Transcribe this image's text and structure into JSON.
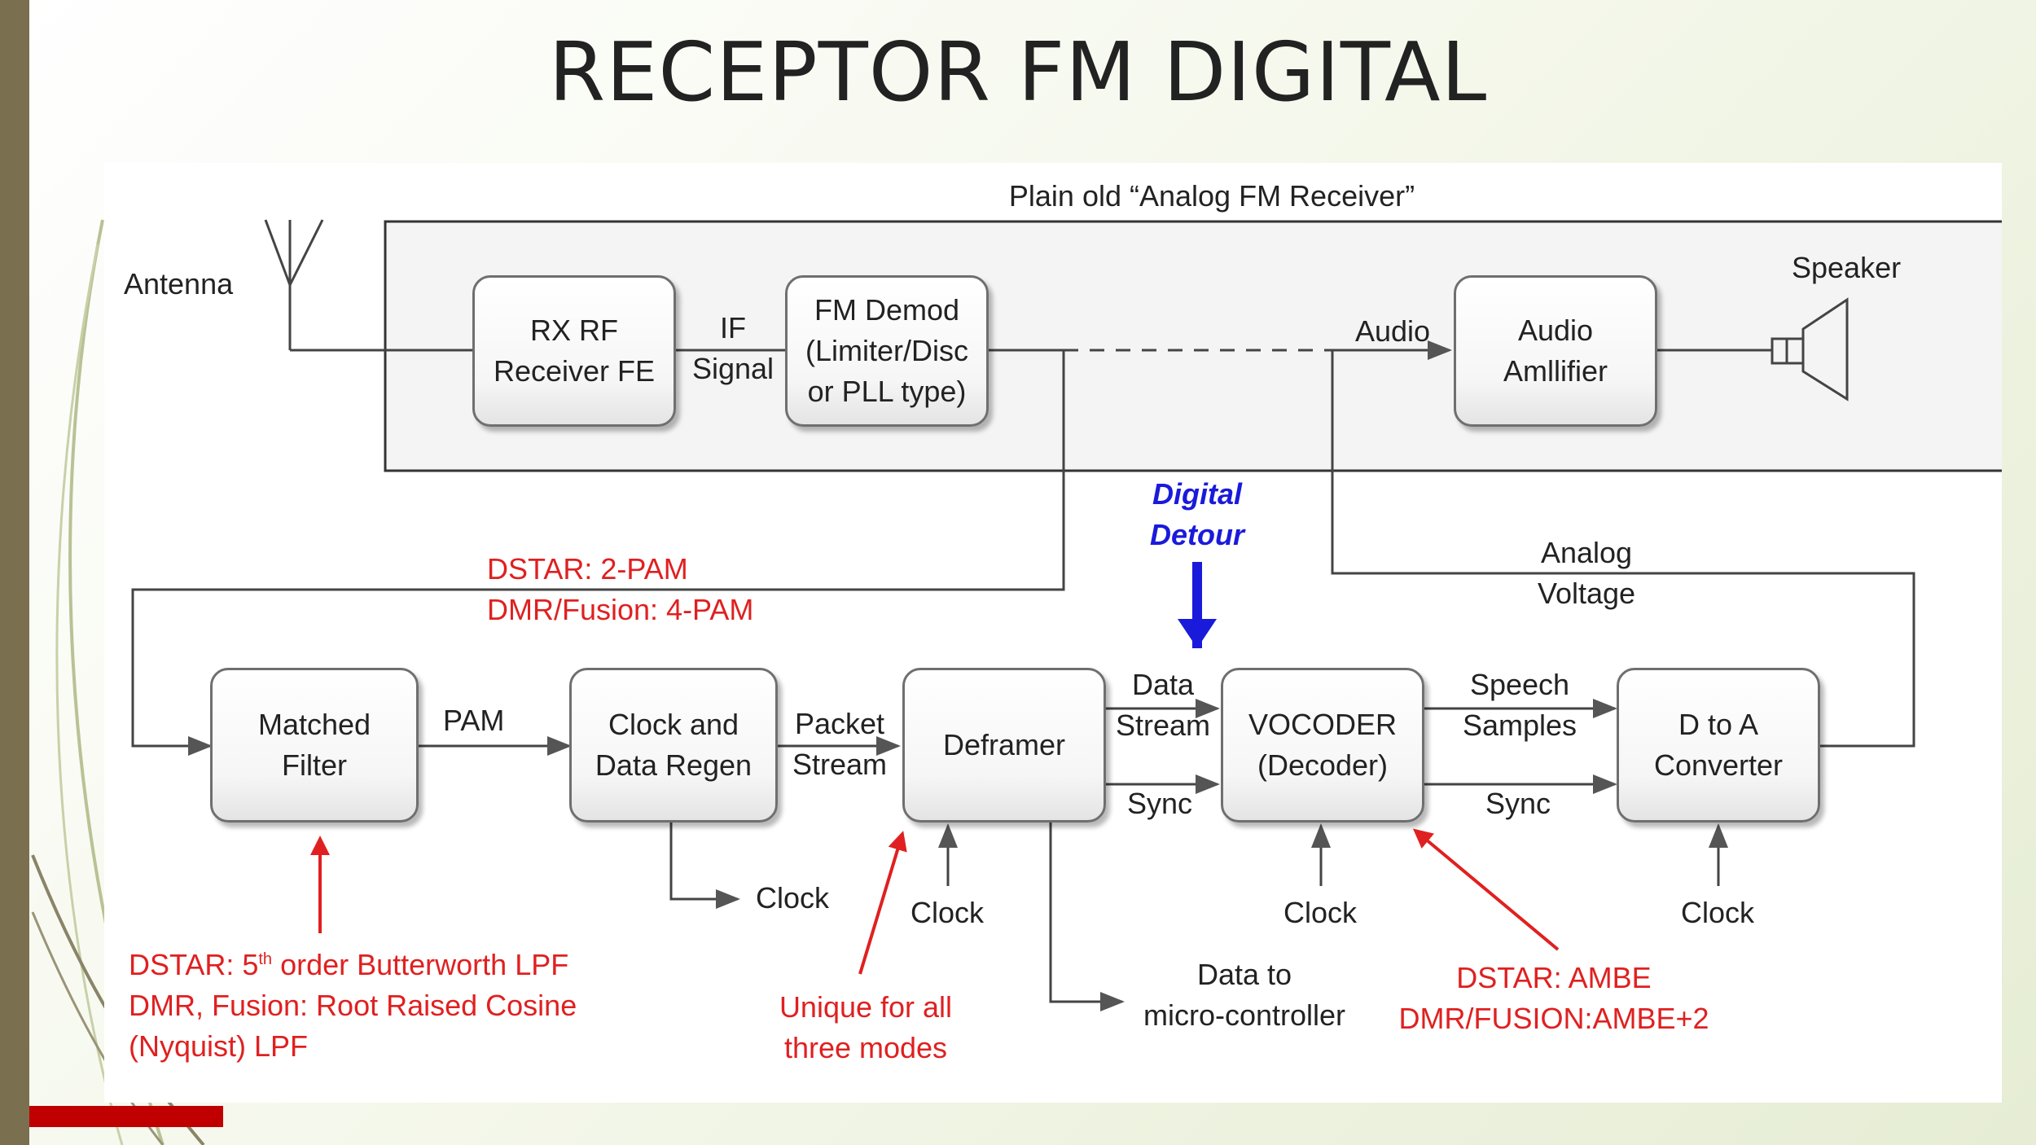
{
  "slide": {
    "title": "RECEPTOR FM DIGITAL"
  },
  "diagram": {
    "analog_section_label": "Plain old “Analog FM Receiver”",
    "antenna_label": "Antenna",
    "speaker_label": "Speaker",
    "blocks": {
      "rx_rf": [
        "RX RF",
        "Receiver FE"
      ],
      "fm_demod": [
        "FM Demod",
        "(Limiter/Disc",
        "or PLL type)"
      ],
      "audio_amp": [
        "Audio",
        "Amllifier"
      ],
      "matched_filter": [
        "Matched",
        "Filter"
      ],
      "clock_regen": [
        "Clock and",
        "Data Regen"
      ],
      "deframer": [
        "Deframer"
      ],
      "vocoder": [
        "VOCODER",
        "(Decoder)"
      ],
      "dac": [
        "D to A",
        "Converter"
      ]
    },
    "signals": {
      "if_signal": [
        "IF",
        "Signal"
      ],
      "audio": "Audio",
      "analog_voltage": [
        "Analog",
        "Voltage"
      ],
      "pam": "PAM",
      "packet_stream": [
        "Packet",
        "Stream"
      ],
      "data_stream": [
        "Data",
        "Stream"
      ],
      "speech_samples": [
        "Speech",
        "Samples"
      ],
      "sync_1": "Sync",
      "sync_2": "Sync",
      "clock_out": "Clock",
      "clock_deframer": "Clock",
      "clock_vocoder": "Clock",
      "clock_dac": "Clock",
      "data_to_mc": [
        "Data to",
        "micro-controller"
      ]
    },
    "annotations": {
      "digital_detour": [
        "Digital",
        "Detour"
      ],
      "modulation": [
        "DSTAR: 2-PAM",
        "DMR/Fusion: 4-PAM"
      ],
      "filter_note": {
        "line1_pre": "DSTAR: 5",
        "line1_sup": "th",
        "line1_post": " order Butterworth LPF",
        "line2": "DMR, Fusion: Root Raised Cosine",
        "line3": "(Nyquist) LPF"
      },
      "unique": [
        "Unique for all",
        "three modes"
      ],
      "vocoder_note": [
        "DSTAR: AMBE",
        "DMR/FUSION:AMBE+2"
      ]
    }
  },
  "colors": {
    "annotation_red": "#e02020",
    "detour_blue": "#1a1adb",
    "left_bar": "#7a7050",
    "accent_red": "#c00000"
  }
}
